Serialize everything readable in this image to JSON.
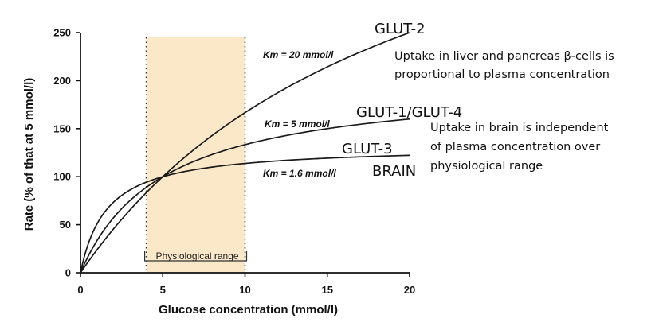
{
  "chart_data": {
    "type": "line",
    "xlabel": "Glucose concentration (mmol/l)",
    "ylabel": "Rate (% of that at 5 mmol/l)",
    "xlim": [
      0,
      20
    ],
    "ylim": [
      0,
      250
    ],
    "x_ticks": [
      "0",
      "5",
      "10",
      "15",
      "20"
    ],
    "y_ticks": [
      "0",
      "50",
      "100",
      "150",
      "200",
      "250"
    ],
    "shaded_region": {
      "x": [
        4,
        10
      ],
      "label": "Physiological range",
      "color": "#fae8c8"
    },
    "series": [
      {
        "km_label": "Km = 20 mmol/l",
        "glut_label": "GLUT-2",
        "km": 20,
        "x": [
          0,
          1,
          2,
          3,
          4,
          5,
          6,
          8,
          10,
          12,
          14,
          16,
          18,
          20
        ],
        "y": [
          0,
          23.8,
          45.5,
          65.2,
          83.3,
          100,
          115.4,
          142.9,
          166.7,
          187.5,
          205.9,
          222.2,
          236.8,
          250
        ]
      },
      {
        "km_label": "Km = 5 mmol/l",
        "glut_label_parts": [
          "GLUT-1",
          "/GLUT-4"
        ],
        "km": 5,
        "x": [
          0,
          1,
          2,
          3,
          4,
          5,
          6,
          8,
          10,
          12,
          14,
          16,
          18,
          20
        ],
        "y": [
          0,
          33.3,
          57.1,
          75,
          88.9,
          100,
          109.1,
          123.1,
          133.3,
          141.2,
          147.4,
          152.4,
          156.5,
          160
        ]
      },
      {
        "km_label": "Km = 1.6 mmol/l",
        "glut_label": "GLUT-3",
        "glut_sublabel": "BRAIN",
        "km": 1.6,
        "x": [
          0,
          0.5,
          1,
          2,
          3,
          4,
          5,
          6,
          8,
          10,
          12,
          14,
          16,
          18,
          20
        ],
        "y": [
          0,
          31.9,
          50.8,
          73.4,
          86.1,
          94.3,
          100,
          104.2,
          110,
          113.6,
          116.1,
          118,
          119.4,
          120.5,
          121.4
        ]
      }
    ],
    "annotations": {
      "liver_note": [
        "Uptake in liver and pancreas β-cells is",
        "proportional to plasma concentration"
      ],
      "brain_note": [
        "Uptake in brain is independent",
        "of plasma concentration over",
        "physiological range"
      ]
    }
  }
}
